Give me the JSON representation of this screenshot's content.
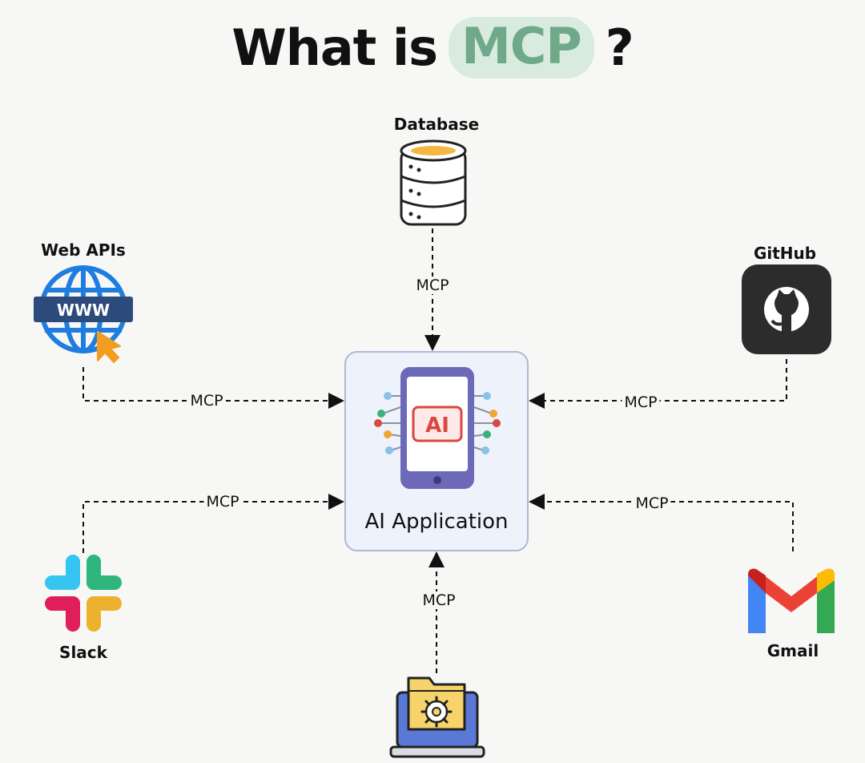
{
  "title": {
    "prefix": "What is",
    "highlight": "MCP",
    "suffix": "?"
  },
  "center": {
    "label": "AI Application",
    "badge": "AI"
  },
  "nodes": {
    "database": {
      "label": "Database",
      "icon": "database-icon"
    },
    "web_apis": {
      "label": "Web APIs",
      "icon": "globe-www-icon",
      "badge": "WWW"
    },
    "github": {
      "label": "GitHub",
      "icon": "github-icon"
    },
    "slack": {
      "label": "Slack",
      "icon": "slack-icon"
    },
    "gmail": {
      "label": "Gmail",
      "icon": "gmail-icon"
    },
    "files": {
      "icon": "laptop-folder-icon"
    }
  },
  "connections": {
    "database": "MCP",
    "web_apis": "MCP",
    "github": "MCP",
    "slack": "MCP",
    "gmail": "MCP",
    "files": "MCP"
  },
  "colors": {
    "highlight_text": "#6fa98a",
    "highlight_bg": "#d9ebdf",
    "app_box_bg": "#eef3fb",
    "app_box_border": "#a9bcd6",
    "phone": "#6b69b8",
    "ai_badge": "#d9473f"
  }
}
